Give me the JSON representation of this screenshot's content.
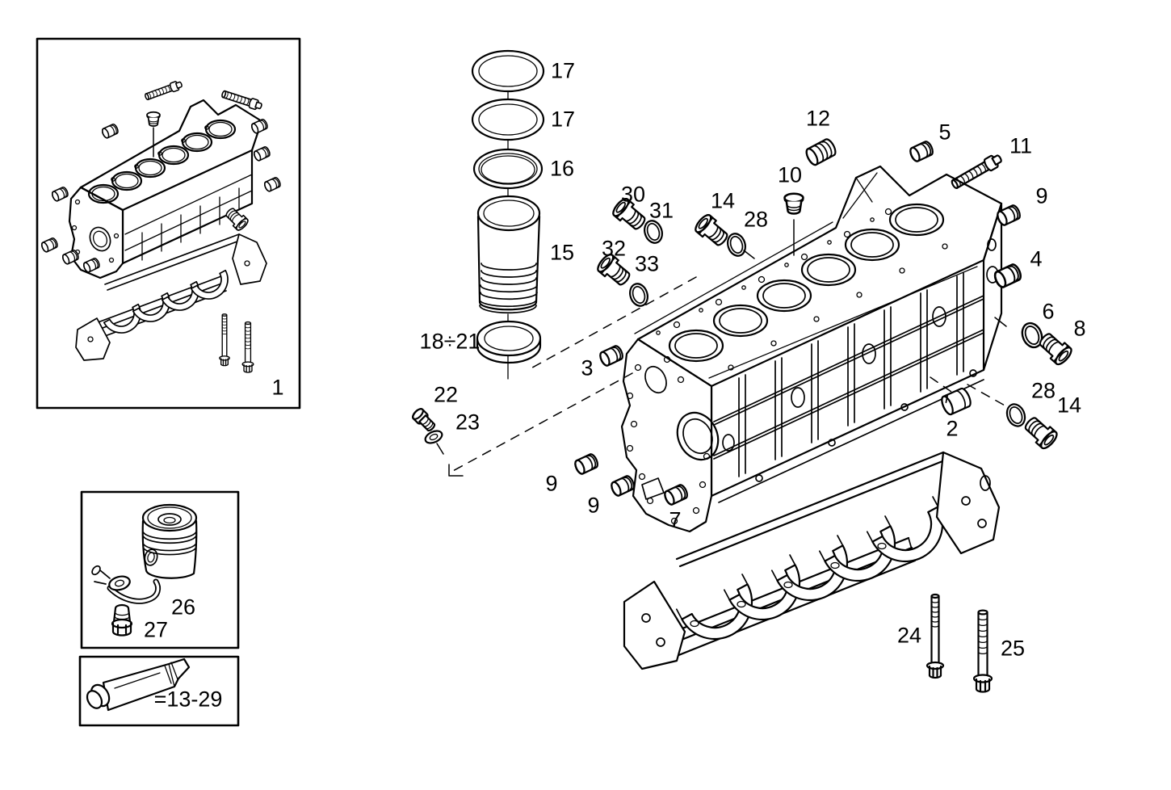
{
  "figure": {
    "kind": "exploded-parts-diagram",
    "background_color": "#ffffff",
    "line_color": "#000000"
  },
  "callouts": [
    {
      "id": "17-a",
      "text": "17"
    },
    {
      "id": "17-b",
      "text": "17"
    },
    {
      "id": "16",
      "text": "16"
    },
    {
      "id": "15",
      "text": "15"
    },
    {
      "id": "18-21",
      "text": "18÷21"
    },
    {
      "id": "30",
      "text": "30"
    },
    {
      "id": "31",
      "text": "31"
    },
    {
      "id": "32",
      "text": "32"
    },
    {
      "id": "33",
      "text": "33"
    },
    {
      "id": "14-a",
      "text": "14"
    },
    {
      "id": "28-a",
      "text": "28"
    },
    {
      "id": "10",
      "text": "10"
    },
    {
      "id": "12",
      "text": "12"
    },
    {
      "id": "5",
      "text": "5"
    },
    {
      "id": "11",
      "text": "11"
    },
    {
      "id": "9-a",
      "text": "9"
    },
    {
      "id": "4",
      "text": "4"
    },
    {
      "id": "6",
      "text": "6"
    },
    {
      "id": "8",
      "text": "8"
    },
    {
      "id": "28-b",
      "text": "28"
    },
    {
      "id": "14-b",
      "text": "14"
    },
    {
      "id": "2",
      "text": "2"
    },
    {
      "id": "3",
      "text": "3"
    },
    {
      "id": "22",
      "text": "22"
    },
    {
      "id": "23",
      "text": "23"
    },
    {
      "id": "9-b",
      "text": "9"
    },
    {
      "id": "9-c",
      "text": "9"
    },
    {
      "id": "7",
      "text": "7"
    },
    {
      "id": "24",
      "text": "24"
    },
    {
      "id": "25",
      "text": "25"
    },
    {
      "id": "1",
      "text": "1"
    },
    {
      "id": "26",
      "text": "26"
    },
    {
      "id": "27",
      "text": "27"
    },
    {
      "id": "13-29",
      "text": "=13-29"
    }
  ]
}
